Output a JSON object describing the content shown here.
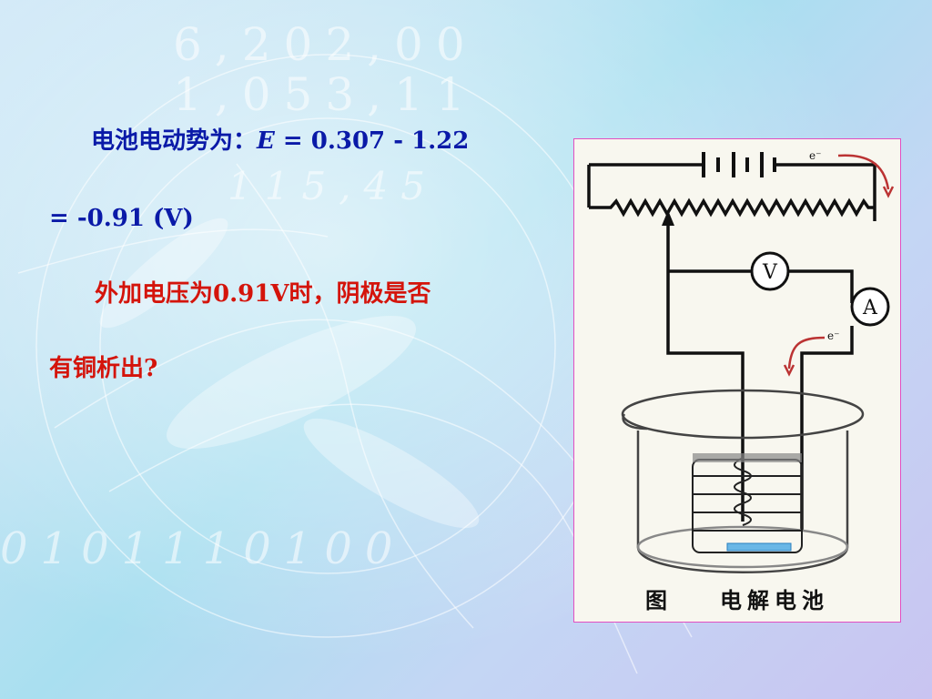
{
  "slide": {
    "line1": {
      "prefix": "电池电动势为：",
      "var": "E",
      "formula": " = 0.307 - 1.22"
    },
    "line2": "= -0.91 (V)",
    "line3": "外加电压为0.91V时，阴极是否",
    "line4": "有铜析出?"
  },
  "figure": {
    "electron_label_top": "e⁻",
    "electron_label_mid": "e⁻",
    "voltmeter": "V",
    "ammeter": "A",
    "caption_fig": "图",
    "caption_title": "电解电池"
  },
  "background": {
    "digits": [
      "6,202,00",
      "1,053,11",
      "115,45",
      "0101110100"
    ]
  }
}
